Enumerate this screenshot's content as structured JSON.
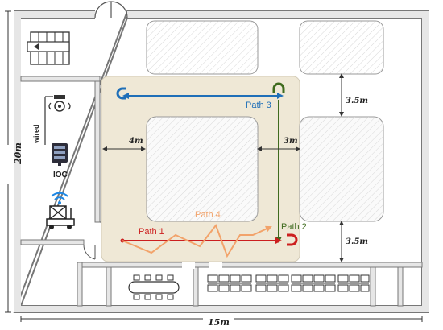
{
  "labels": {
    "path1": "Path 1",
    "path2": "Path 2",
    "path3": "Path 3",
    "path4": "Path 4",
    "wired": "wired",
    "ioc": "IOC",
    "dim_left": "4m",
    "dim_right": "3m",
    "dim_top_right": "3.5m",
    "dim_bottom_right": "3.5m",
    "dim_height": "20m",
    "dim_width": "15m"
  },
  "colors": {
    "path1": "#cc1f1f",
    "path2": "#3f6b1e",
    "path3": "#1f6fb8",
    "path4": "#f2a36b",
    "zone_fill": "#efe8d6",
    "wall": "#6b6b6b",
    "wifi": "#1e88e5"
  },
  "icons": {
    "shelf": "shelf-icon",
    "camera": "camera-icon",
    "server": "server-icon",
    "wifi": "wifi-icon",
    "robot": "robot-icon",
    "meeting_table": "meeting-table-icon",
    "desk_cluster": "desk-cluster-icon"
  }
}
